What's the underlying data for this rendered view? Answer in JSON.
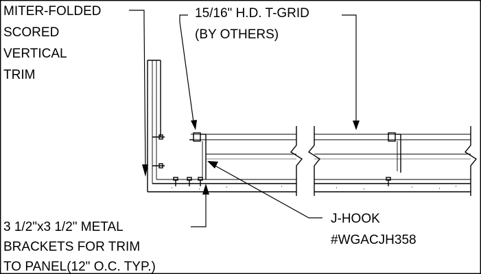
{
  "labels": {
    "trim": [
      "MITER-FOLDED",
      "SCORED",
      "VERTICAL",
      "TRIM"
    ],
    "tgrid": [
      "15/16\" H.D. T-GRID",
      "(BY OTHERS)"
    ],
    "jhook": [
      "J-HOOK",
      "#WGACJH358"
    ],
    "brackets": [
      "3 1/2\"x3 1/2\" METAL",
      "BRACKETS FOR TRIM",
      "TO PANEL(12\" O.C. TYP.)"
    ]
  }
}
